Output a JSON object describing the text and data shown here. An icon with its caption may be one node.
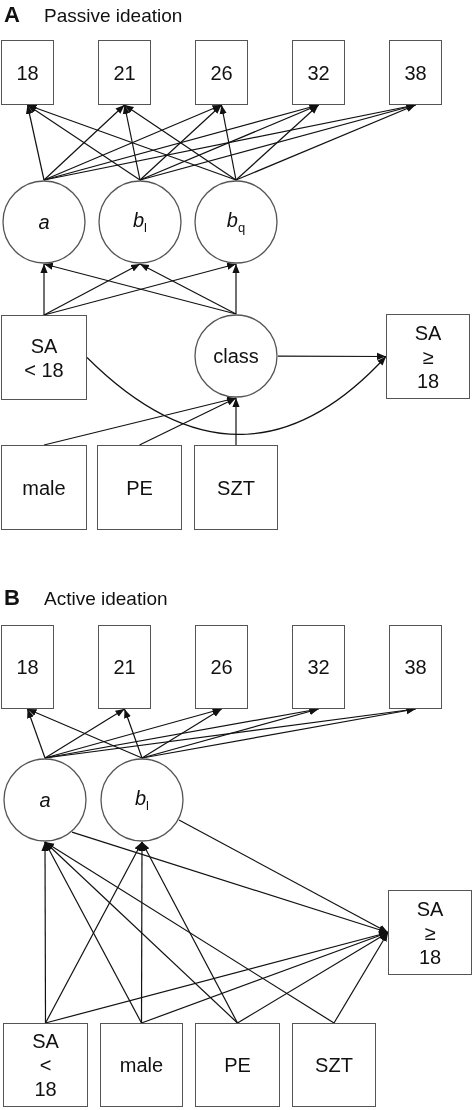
{
  "diagram": {
    "nodes": [
      {
        "text": [
          "18"
        ]
      },
      {
        "text": [
          "21"
        ]
      },
      {
        "text": [
          "26"
        ]
      },
      {
        "text": [
          "32"
        ]
      },
      {
        "text": [
          "38"
        ]
      },
      {
        "text": [
          "a"
        ]
      },
      {
        "text": [
          "*b*$_{l}$"
        ]
      },
      {
        "text": [
          "*b*$_{q}$"
        ]
      },
      {
        "text": [
          "SA < 18"
        ]
      },
      {
        "text": [
          "class"
        ]
      },
      {
        "text": [
          "SA ≥ 18"
        ]
      },
      {
        "text": [
          "male"
        ]
      },
      {
        "text": [
          "PE"
        ]
      },
      {
        "text": [
          "SZT"
        ]
      },
      {
        "text": [
          "18"
        ]
      },
      {
        "text": [
          "21"
        ]
      },
      {
        "text": [
          "26"
        ]
      },
      {
        "text": [
          "32"
        ]
      },
      {
        "text": [
          "38"
        ]
      },
      {
        "text": [
          "a"
        ]
      },
      {
        "text": [
          "*b*$_{l}$"
        ]
      },
      {
        "text": [
          "SA ≥ 18"
        ]
      },
      {
        "text": [
          "SA < 18"
        ]
      },
      {
        "text": [
          "male"
        ]
      },
      {
        "text": [
          "PE"
        ]
      },
      {
        "text": [
          "SZT"
        ]
      }
    ],
    "edges": [
      {
        "from": 5,
        "to": 0,
        "arrow": "to"
      },
      {
        "from": 5,
        "to": 1,
        "arrow": "to"
      },
      {
        "from": 5,
        "to": 2,
        "arrow": "to"
      },
      {
        "from": 5,
        "to": 3,
        "arrow": "to"
      },
      {
        "from": 5,
        "to": 4,
        "arrow": "to"
      },
      {
        "from": 6,
        "to": 0,
        "arrow": "to"
      },
      {
        "from": 6,
        "to": 1,
        "arrow": "to"
      },
      {
        "from": 6,
        "to": 2,
        "arrow": "to"
      },
      {
        "from": 6,
        "to": 3,
        "arrow": "to"
      },
      {
        "from": 6,
        "to": 4,
        "arrow": "to"
      },
      {
        "from": 7,
        "to": 0,
        "arrow": "to"
      },
      {
        "from": 7,
        "to": 1,
        "arrow": "to"
      },
      {
        "from": 7,
        "to": 2,
        "arrow": "to"
      },
      {
        "from": 7,
        "to": 3,
        "arrow": "to"
      },
      {
        "from": 7,
        "to": 4,
        "arrow": "to"
      },
      {
        "from": 8,
        "to": 5,
        "arrow": "to"
      },
      {
        "from": 8,
        "to": 6,
        "arrow": "to"
      },
      {
        "from": 8,
        "to": 7,
        "arrow": "to"
      },
      {
        "from": 9,
        "to": 5,
        "arrow": "to"
      },
      {
        "from": 9,
        "to": 6,
        "arrow": "to"
      },
      {
        "from": 9,
        "to": 7,
        "arrow": "to"
      },
      {
        "from": 9,
        "to": 10,
        "arrow": "to"
      },
      {
        "from": 8,
        "to": 10,
        "arrow": "to"
      },
      {
        "from": 11,
        "to": 9,
        "arrow": "to"
      },
      {
        "from": 12,
        "to": 9,
        "arrow": "to"
      },
      {
        "from": 13,
        "to": 9,
        "arrow": "to"
      },
      {
        "from": 19,
        "to": 14,
        "arrow": "to"
      },
      {
        "from": 19,
        "to": 15,
        "arrow": "to"
      },
      {
        "from": 19,
        "to": 16,
        "arrow": "to"
      },
      {
        "from": 19,
        "to": 17,
        "arrow": "to"
      },
      {
        "from": 19,
        "to": 18,
        "arrow": "to"
      },
      {
        "from": 20,
        "to": 14,
        "arrow": "to"
      },
      {
        "from": 20,
        "to": 15,
        "arrow": "to"
      },
      {
        "from": 20,
        "to": 16,
        "arrow": "to"
      },
      {
        "from": 20,
        "to": 17,
        "arrow": "to"
      },
      {
        "from": 20,
        "to": 18,
        "arrow": "to"
      },
      {
        "from": 19,
        "to": 21,
        "arrow": "to"
      },
      {
        "from": 20,
        "to": 21,
        "arrow": "to"
      },
      {
        "from": 22,
        "to": 19,
        "arrow": "to"
      },
      {
        "from": 22,
        "to": 20,
        "arrow": "to"
      },
      {
        "from": 22,
        "to": 21,
        "arrow": "to"
      },
      {
        "from": 23,
        "to": 19,
        "arrow": "to"
      },
      {
        "from": 23,
        "to": 20,
        "arrow": "to"
      },
      {
        "from": 23,
        "to": 21,
        "arrow": "to"
      },
      {
        "from": 24,
        "to": 19,
        "arrow": "to"
      },
      {
        "from": 24,
        "to": 20,
        "arrow": "to"
      },
      {
        "from": 24,
        "to": 21,
        "arrow": "to"
      },
      {
        "from": 25,
        "to": 19,
        "arrow": "to"
      },
      {
        "from": 25,
        "to": 21,
        "arrow": "to"
      }
    ],
    "labels": [
      "A",
      "Passive ideation",
      "B",
      "Active ideation"
    ]
  }
}
